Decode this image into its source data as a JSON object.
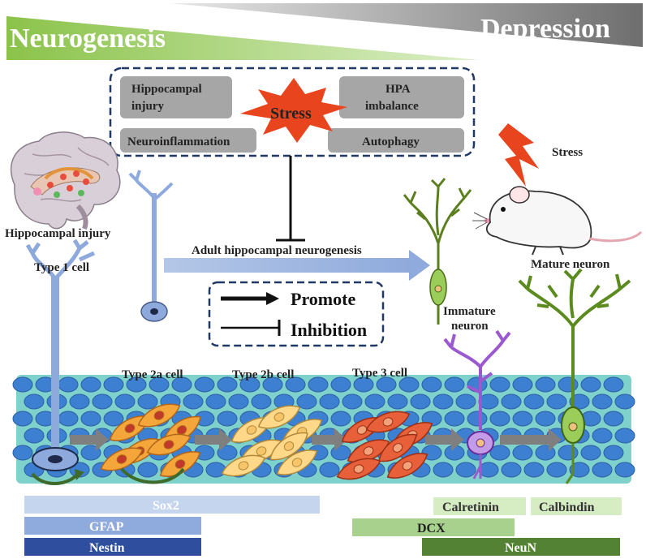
{
  "banners": {
    "left_label": "Neurogenesis",
    "right_label": "Depression",
    "left_color": "#9ccc65",
    "right_color": "#7f7f7f"
  },
  "stress_box": {
    "center_label": "Stress",
    "factors": [
      "Hippocampal injury",
      "HPA imbalance",
      "Neuroinflammation",
      "Autophagy"
    ],
    "burst_color": "#e8451e"
  },
  "labels": {
    "hippocampal_injury": "Hippocampal  injury",
    "adult_neurogenesis": "Adult hippocampal neurogenesis",
    "stress_mouse": "Stress",
    "type1": "Type 1 cell",
    "type2a": "Type 2a cell",
    "type2b": "Type 2b cell",
    "type3": "Type 3 cell",
    "immature_1": "Immature",
    "immature_2": "neuron",
    "mature": "Mature neuron"
  },
  "legend": {
    "promote": "Promote",
    "inhibition": "Inhibition"
  },
  "markers": [
    {
      "name": "Sox2",
      "color": "#c5d5ee",
      "text_color": "#ffffff"
    },
    {
      "name": "GFAP",
      "color": "#8faadc",
      "text_color": "#ffffff"
    },
    {
      "name": "Nestin",
      "color": "#2f4f9e",
      "text_color": "#ffffff"
    },
    {
      "name": "Calretinin",
      "color": "#d6ecc2",
      "text_color": "#333333"
    },
    {
      "name": "Calbindin",
      "color": "#d6ecc2",
      "text_color": "#333333"
    },
    {
      "name": "DCX",
      "color": "#a9d18e",
      "text_color": "#222222"
    },
    {
      "name": "NeuN",
      "color": "#548235",
      "text_color": "#ffffff"
    }
  ]
}
